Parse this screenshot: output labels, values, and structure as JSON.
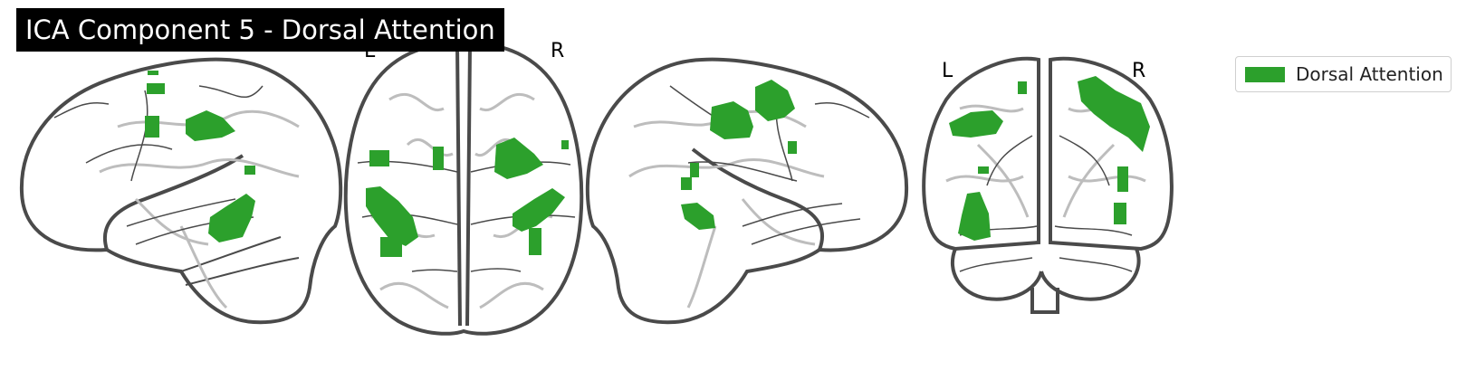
{
  "figure": {
    "title": "ICA Component 5 - Dorsal Attention",
    "views": {
      "axial": {
        "left_label": "L",
        "right_label": "R"
      },
      "coronal": {
        "left_label": "L",
        "right_label": "R"
      }
    }
  },
  "legend": {
    "items": [
      {
        "label": "Dorsal Attention",
        "color": "#2ca02c"
      }
    ]
  },
  "colors": {
    "activation": "#2ca02c",
    "outline": "#4a4a4a",
    "sulci": "#bdbdbd",
    "title_bg": "#000000"
  }
}
